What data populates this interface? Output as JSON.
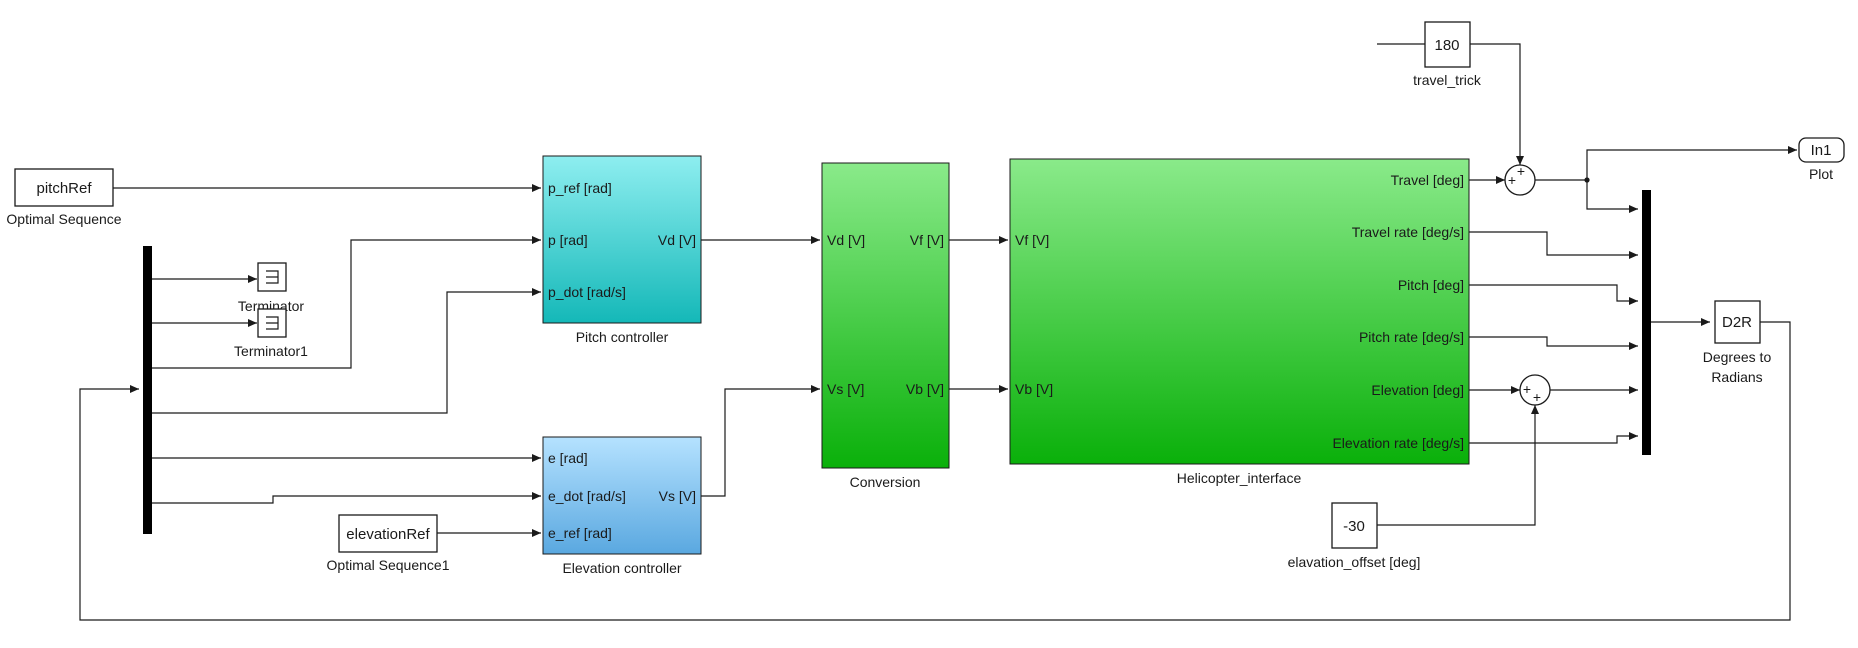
{
  "blocks": {
    "optimal_sequence": {
      "value": "pitchRef",
      "caption": "Optimal Sequence"
    },
    "optimal_sequence1": {
      "value": "elevationRef",
      "caption": "Optimal Sequence1"
    },
    "terminator": {
      "caption": "Terminator"
    },
    "terminator1": {
      "caption": "Terminator1"
    },
    "pitch_controller": {
      "caption": "Pitch controller",
      "inports": [
        "p_ref [rad]",
        "p [rad]",
        "p_dot [rad/s]"
      ],
      "outports": [
        "Vd [V]"
      ]
    },
    "elevation_controller": {
      "caption": "Elevation controller",
      "inports": [
        "e [rad]",
        "e_dot [rad/s]",
        "e_ref [rad]"
      ],
      "outports": [
        "Vs [V]"
      ]
    },
    "conversion": {
      "caption": "Conversion",
      "inports": [
        "Vd [V]",
        "Vs [V]"
      ],
      "outports": [
        "Vf [V]",
        "Vb [V]"
      ]
    },
    "helicopter_interface": {
      "caption": "Helicopter_interface",
      "inports": [
        "Vf [V]",
        "Vb [V]"
      ],
      "outports": [
        "Travel [deg]",
        "Travel rate [deg/s]",
        "Pitch [deg]",
        "Pitch rate [deg/s]",
        "Elevation [deg]",
        "Elevation rate [deg/s]"
      ]
    },
    "travel_trick": {
      "value": "180",
      "caption": "travel_trick"
    },
    "elevation_offset": {
      "value": "-30",
      "caption": "elavation_offset [deg]"
    },
    "sum_travel": {
      "signs": "++"
    },
    "sum_elevation": {
      "signs": "++"
    },
    "d2r": {
      "value": "D2R",
      "caption_line1": "Degrees to",
      "caption_line2": "Radians"
    },
    "plot": {
      "value": "In1",
      "caption": "Plot"
    }
  },
  "colors": {
    "pitch_controller_top": "#8eeef0",
    "pitch_controller_bottom": "#14b8b8",
    "elevation_controller_top": "#b5e2ff",
    "elevation_controller_bottom": "#5aa8e0",
    "green_top": "#8aea8a",
    "green_bottom": "#0ab00a",
    "line": "#1a1a1a"
  }
}
